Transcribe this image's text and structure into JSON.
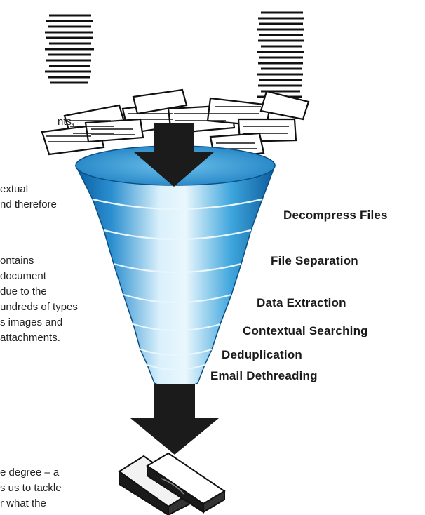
{
  "text_fragments": {
    "line_1": "nts,",
    "line_2": "extual",
    "line_3": "nd therefore",
    "line_4": "ontains",
    "line_5": "document",
    "line_6": "due to the",
    "line_7": "undreds of types",
    "line_8": "s images and",
    "line_9": "attachments.",
    "line_10": "e degree – a",
    "line_11": "s us to tackle",
    "line_12": "r what the"
  },
  "funnel_stages": [
    "Decompress Files",
    "File Separation",
    "Data Extraction",
    "Contextual Searching",
    "Deduplication",
    "Email Dethreading"
  ],
  "colors": {
    "funnel_light": "#d9f0fb",
    "funnel_mid": "#3fa6dd",
    "funnel_dark": "#0a5ea0",
    "arrow": "#1b1b1b"
  }
}
